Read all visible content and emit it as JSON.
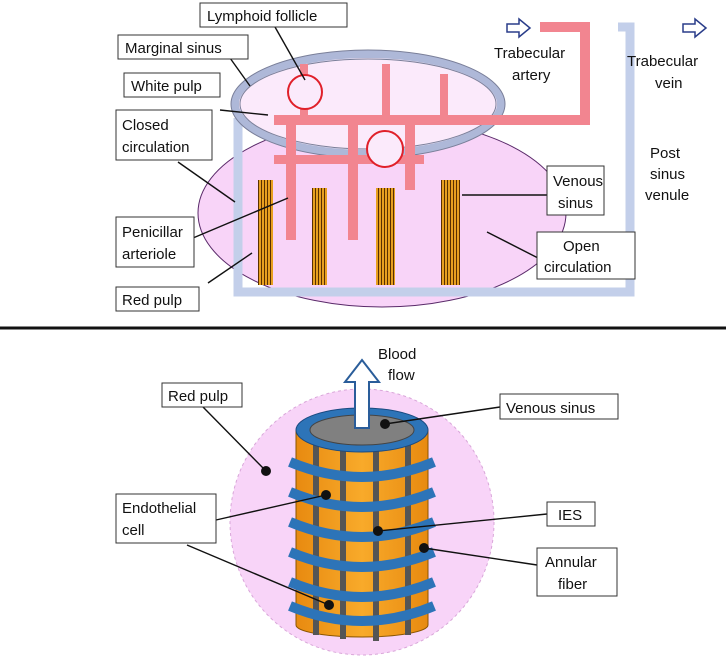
{
  "top": {
    "labels": {
      "lymphoid_follicle": "Lymphoid follicle",
      "marginal_sinus": "Marginal sinus",
      "white_pulp": "White pulp",
      "closed_circulation": [
        "Closed",
        "circulation"
      ],
      "penicillar_arteriole": [
        "Penicillar",
        "arteriole"
      ],
      "red_pulp": "Red pulp",
      "trabecular_artery": [
        "Trabecular",
        "artery"
      ],
      "trabecular_vein": [
        "Trabecular",
        "vein"
      ],
      "post_sinus_venule": [
        "Post",
        "sinus",
        "venule"
      ],
      "venous_sinus": [
        "Venous",
        "sinus"
      ],
      "open_circulation": [
        "Open",
        "circulation"
      ]
    }
  },
  "bottom": {
    "labels": {
      "blood_flow": [
        "Blood",
        "flow"
      ],
      "red_pulp": "Red pulp",
      "venous_sinus": "Venous sinus",
      "endothelial_cell": [
        "Endothelial",
        "cell"
      ],
      "ies": "IES",
      "annular_fiber": [
        "Annular",
        "fiber"
      ]
    }
  },
  "colors": {
    "red_pulp_fill": "#f8d4f8",
    "artery": "#f28590",
    "vein": "#c3cfea",
    "sinus_orange": "#f5a020",
    "annular_blue": "#2d74b8",
    "follicle_ring": "#e0202a"
  }
}
